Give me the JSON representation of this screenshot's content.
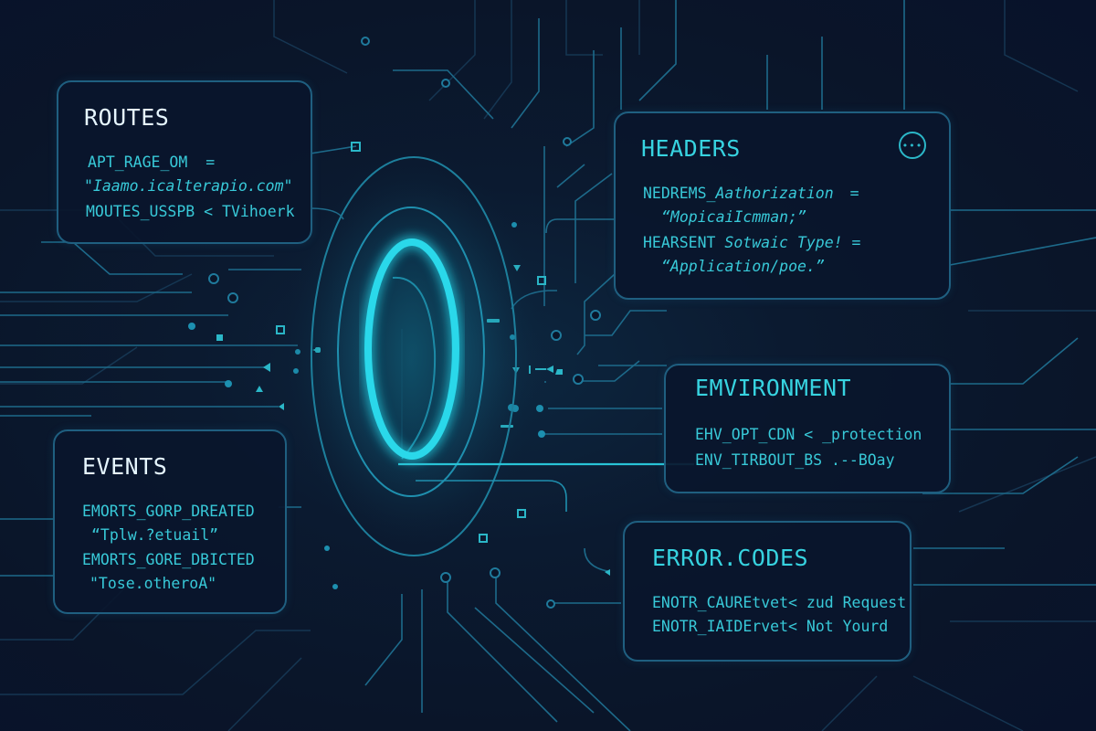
{
  "colors": {
    "background": "#0a1529",
    "panel_border": "#1f5f80",
    "accent_cyan": "#37d3e0",
    "text_cyan": "#38c9d8",
    "title_white": "#e6f6ff",
    "portal_glow": "#22d3e6"
  },
  "icons": {
    "headers_menu": "more-horizontal-icon",
    "headers_menu_glyph": "•••"
  },
  "panels": {
    "routes": {
      "title": "ROUTES",
      "lines": [
        {
          "key": "APT_RAGE_OM",
          "op": "="
        },
        {
          "value": "\"Iaamo.icalterapio.com\""
        },
        {
          "key": "MOUTES_USSPB",
          "op": "<",
          "value": "TVihoerk"
        }
      ]
    },
    "headers": {
      "title": "HEADERS",
      "lines": [
        {
          "key": "NEDREMS_",
          "key_italic": "Aathorization",
          "op": "="
        },
        {
          "value": "“MopicaiIcmman;”"
        },
        {
          "key": "HEARSENT",
          "key_italic": "Sotwaic Type!",
          "op": "="
        },
        {
          "value": "“Application/poe.”"
        }
      ]
    },
    "environment": {
      "title": "EMVIRONMENT",
      "lines": [
        {
          "key": "EHV_OPT_CDN",
          "op": "<",
          "value": "_protection"
        },
        {
          "key": "ENV_TIRBOUT_BS",
          "value": ".--BOay"
        }
      ]
    },
    "events": {
      "title": "EVENTS",
      "lines": [
        {
          "key": "EMORTS_GORP_DREATED"
        },
        {
          "value": "“Tplw.?etuail”"
        },
        {
          "key": "EMORTS_GORE_DBICTED"
        },
        {
          "value": "\"Tose.otheroA\""
        }
      ]
    },
    "error_codes": {
      "title": "ERROR.CODES",
      "lines": [
        {
          "key": "ENOTR_CAUREtvet",
          "op": "<",
          "value": "zud Request"
        },
        {
          "key": "ENOTR_IAIDErvet",
          "op": "<",
          "value": "Not Yourd"
        }
      ]
    }
  }
}
